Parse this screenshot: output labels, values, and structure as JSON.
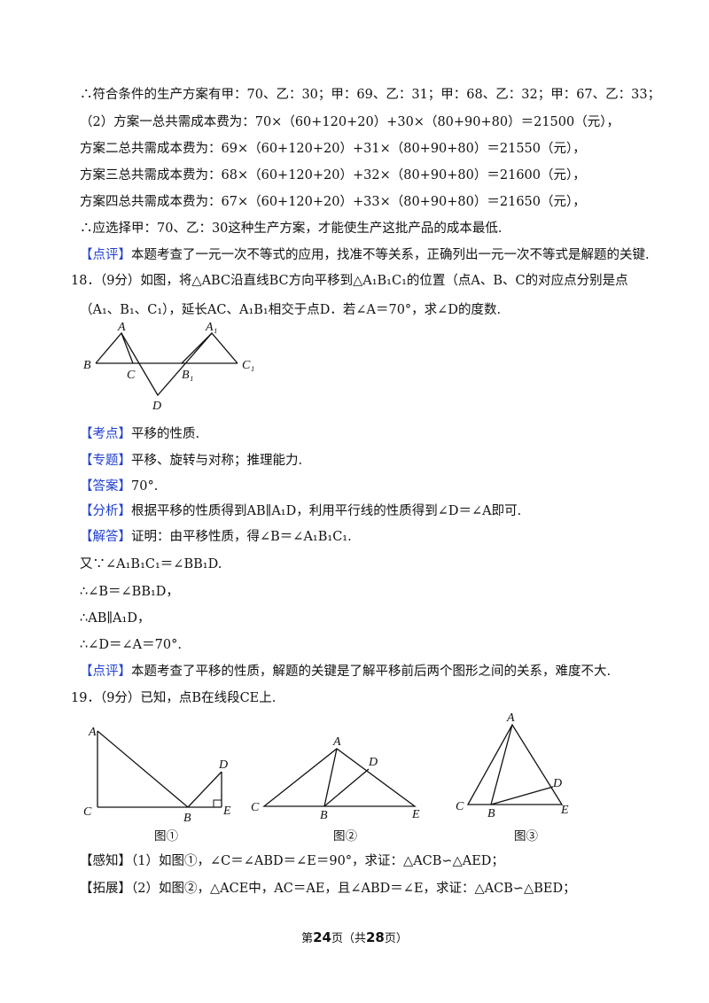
{
  "lines": {
    "l1": "∴符合条件的生产方案有甲：70、乙：30；甲：69、乙：31；甲：68、乙：32；甲：67、乙：33；",
    "l2": "（2）方案一总共需成本费为：70×（60+120+20）+30×（80+90+80）＝21500（元），",
    "l3": "方案二总共需成本费为：69×（60+120+20）+31×（80+90+80）＝21550（元），",
    "l4": "方案三总共需成本费为：68×（60+120+20）+32×（80+90+80）＝21600（元），",
    "l5": "方案四总共需成本费为：67×（60+120+20）+33×（80+90+80）＝21650（元），",
    "l6": "∴应选择甲：70、乙：30这种生产方案，才能使生产这批产品的成本最低."
  },
  "review17": {
    "tag": "【点评】",
    "text": "本题考查了一元一次不等式的应用，找准不等关系，正确列出一元一次不等式是解题的关键."
  },
  "q18": {
    "line1": "18．（9分）如图，将△ABC沿直线BC方向平移到△A₁B₁C₁的位置（点A、B、C的对应点分别是点",
    "line2": "（A₁、B₁、C₁），延长AC、A₁B₁相交于点D．若∠A＝70°，求∠D的度数.",
    "figure_labels": {
      "A": "A",
      "A1": "A₁",
      "B": "B",
      "C": "C",
      "B1": "B₁",
      "C1": "C₁",
      "D": "D"
    },
    "kaodian": {
      "tag": "【考点】",
      "text": "平移的性质."
    },
    "zhuanti": {
      "tag": "【专题】",
      "text": "平移、旋转与对称；推理能力."
    },
    "daan": {
      "tag": "【答案】",
      "text": "70°."
    },
    "fenxi": {
      "tag": "【分析】",
      "text": "根据平移的性质得到AB∥A₁D，利用平行线的性质得到∠D＝∠A即可."
    },
    "jieda": {
      "tag": "【解答】",
      "text": "证明：由平移性质，得∠B＝∠A₁B₁C₁."
    },
    "s1": "又∵∠A₁B₁C₁＝∠BB₁D.",
    "s2": "∴∠B＝∠BB₁D，",
    "s3": "∴AB∥A₁D，",
    "s4": "∴∠D＝∠A＝70°.",
    "review": {
      "tag": "【点评】",
      "text": "本题考查了平移的性质，解题的关键是了解平移前后两个图形之间的关系，难度不大."
    }
  },
  "q19": {
    "line1": "19．（9分）已知，点B在线段CE上.",
    "fig1": {
      "caption": "图①",
      "A": "A",
      "B": "B",
      "C": "C",
      "D": "D",
      "E": "E"
    },
    "fig2": {
      "caption": "图②",
      "A": "A",
      "B": "B",
      "C": "C",
      "D": "D",
      "E": "E"
    },
    "fig3": {
      "caption": "图③",
      "A": "A",
      "B": "B",
      "C": "C",
      "D": "D",
      "E": "E"
    },
    "ganzhi": {
      "tag": "【感知】",
      "text": "（1）如图①，∠C＝∠ABD＝∠E＝90°，求证：△ACB∽△AED；"
    },
    "tuozhan": {
      "tag": "【拓展】",
      "text": "（2）如图②，△ACE中，AC＝AE，且∠ABD＝∠E，求证：△ACB∽△BED；"
    }
  },
  "footer": {
    "pre": "第",
    "page": "24",
    "mid": "页（共",
    "total": "28",
    "post": "页）"
  }
}
